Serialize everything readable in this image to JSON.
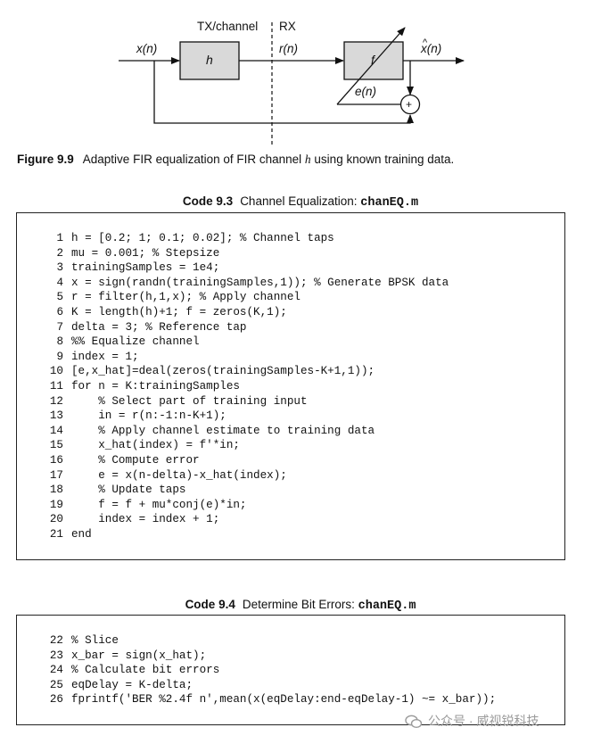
{
  "diagram": {
    "labels": {
      "input": "x(n)",
      "section_tx": "TX/channel",
      "section_rx": "RX",
      "channel_block": "h",
      "received": "r(n)",
      "filter_block": "f",
      "output_hat": "^",
      "output": "x(n)",
      "error": "e(n)",
      "summer": "+"
    }
  },
  "figure_caption": {
    "number": "Figure 9.9",
    "text_before": "Adaptive FIR equalization of FIR channel ",
    "channel_symbol": "h",
    "text_after": " using known training data."
  },
  "code_block_1": {
    "title_number": "Code 9.3",
    "title_text": "Channel Equalization: ",
    "file_name": "chanEQ.m",
    "lines": [
      {
        "num": "1",
        "code": "h = [0.2; 1; 0.1; 0.02]; % Channel taps"
      },
      {
        "num": "2",
        "code": "mu = 0.001; % Stepsize"
      },
      {
        "num": "3",
        "code": "trainingSamples = 1e4;"
      },
      {
        "num": "4",
        "code": "x = sign(randn(trainingSamples,1)); % Generate BPSK data"
      },
      {
        "num": "5",
        "code": "r = filter(h,1,x); % Apply channel"
      },
      {
        "num": "6",
        "code": "K = length(h)+1; f = zeros(K,1);"
      },
      {
        "num": "7",
        "code": "delta = 3; % Reference tap"
      },
      {
        "num": "8",
        "code": "%% Equalize channel"
      },
      {
        "num": "9",
        "code": "index = 1;"
      },
      {
        "num": "10",
        "code": "[e,x_hat]=deal(zeros(trainingSamples-K+1,1));"
      },
      {
        "num": "11",
        "code": "for n = K:trainingSamples"
      },
      {
        "num": "12",
        "code": "    % Select part of training input"
      },
      {
        "num": "13",
        "code": "    in = r(n:-1:n-K+1);"
      },
      {
        "num": "14",
        "code": "    % Apply channel estimate to training data"
      },
      {
        "num": "15",
        "code": "    x_hat(index) = f'*in;"
      },
      {
        "num": "16",
        "code": "    % Compute error"
      },
      {
        "num": "17",
        "code": "    e = x(n-delta)-x_hat(index);"
      },
      {
        "num": "18",
        "code": "    % Update taps"
      },
      {
        "num": "19",
        "code": "    f = f + mu*conj(e)*in;"
      },
      {
        "num": "20",
        "code": "    index = index + 1;"
      },
      {
        "num": "21",
        "code": "end"
      }
    ]
  },
  "code_block_2": {
    "title_number": "Code 9.4",
    "title_text": "Determine Bit Errors: ",
    "file_name": "chanEQ.m",
    "lines": [
      {
        "num": "22",
        "code": "% Slice"
      },
      {
        "num": "23",
        "code": "x_bar = sign(x_hat);"
      },
      {
        "num": "24",
        "code": "% Calculate bit errors"
      },
      {
        "num": "25",
        "code": "eqDelay = K-delta;"
      },
      {
        "num": "26",
        "code": "fprintf('BER %2.4f n',mean(x(eqDelay:end-eqDelay-1) ~= x_bar));"
      }
    ]
  },
  "watermark": {
    "icon": "wechat-icon",
    "text": "公众号 · 威视锐科技"
  }
}
